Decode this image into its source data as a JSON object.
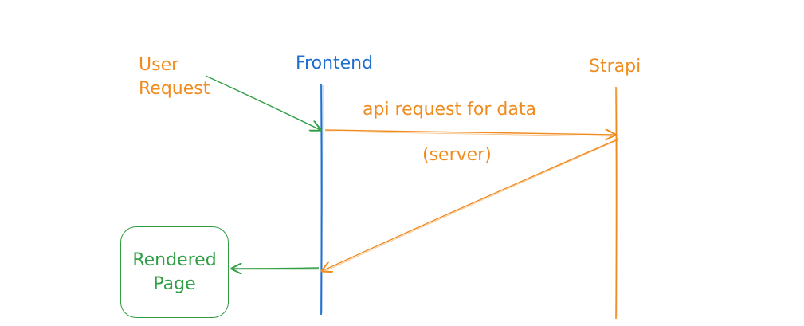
{
  "participants": {
    "user_line1": "User",
    "user_line2": "Request",
    "frontend": "Frontend",
    "strapi": "Strapi"
  },
  "messages": {
    "api_request": "api request for data",
    "server_note": "(server)"
  },
  "result_box": {
    "line1": "Rendered",
    "line2": "Page"
  },
  "colors": {
    "orange": "#f08c1f",
    "blue": "#1f6fd0",
    "green": "#2f9e44"
  }
}
